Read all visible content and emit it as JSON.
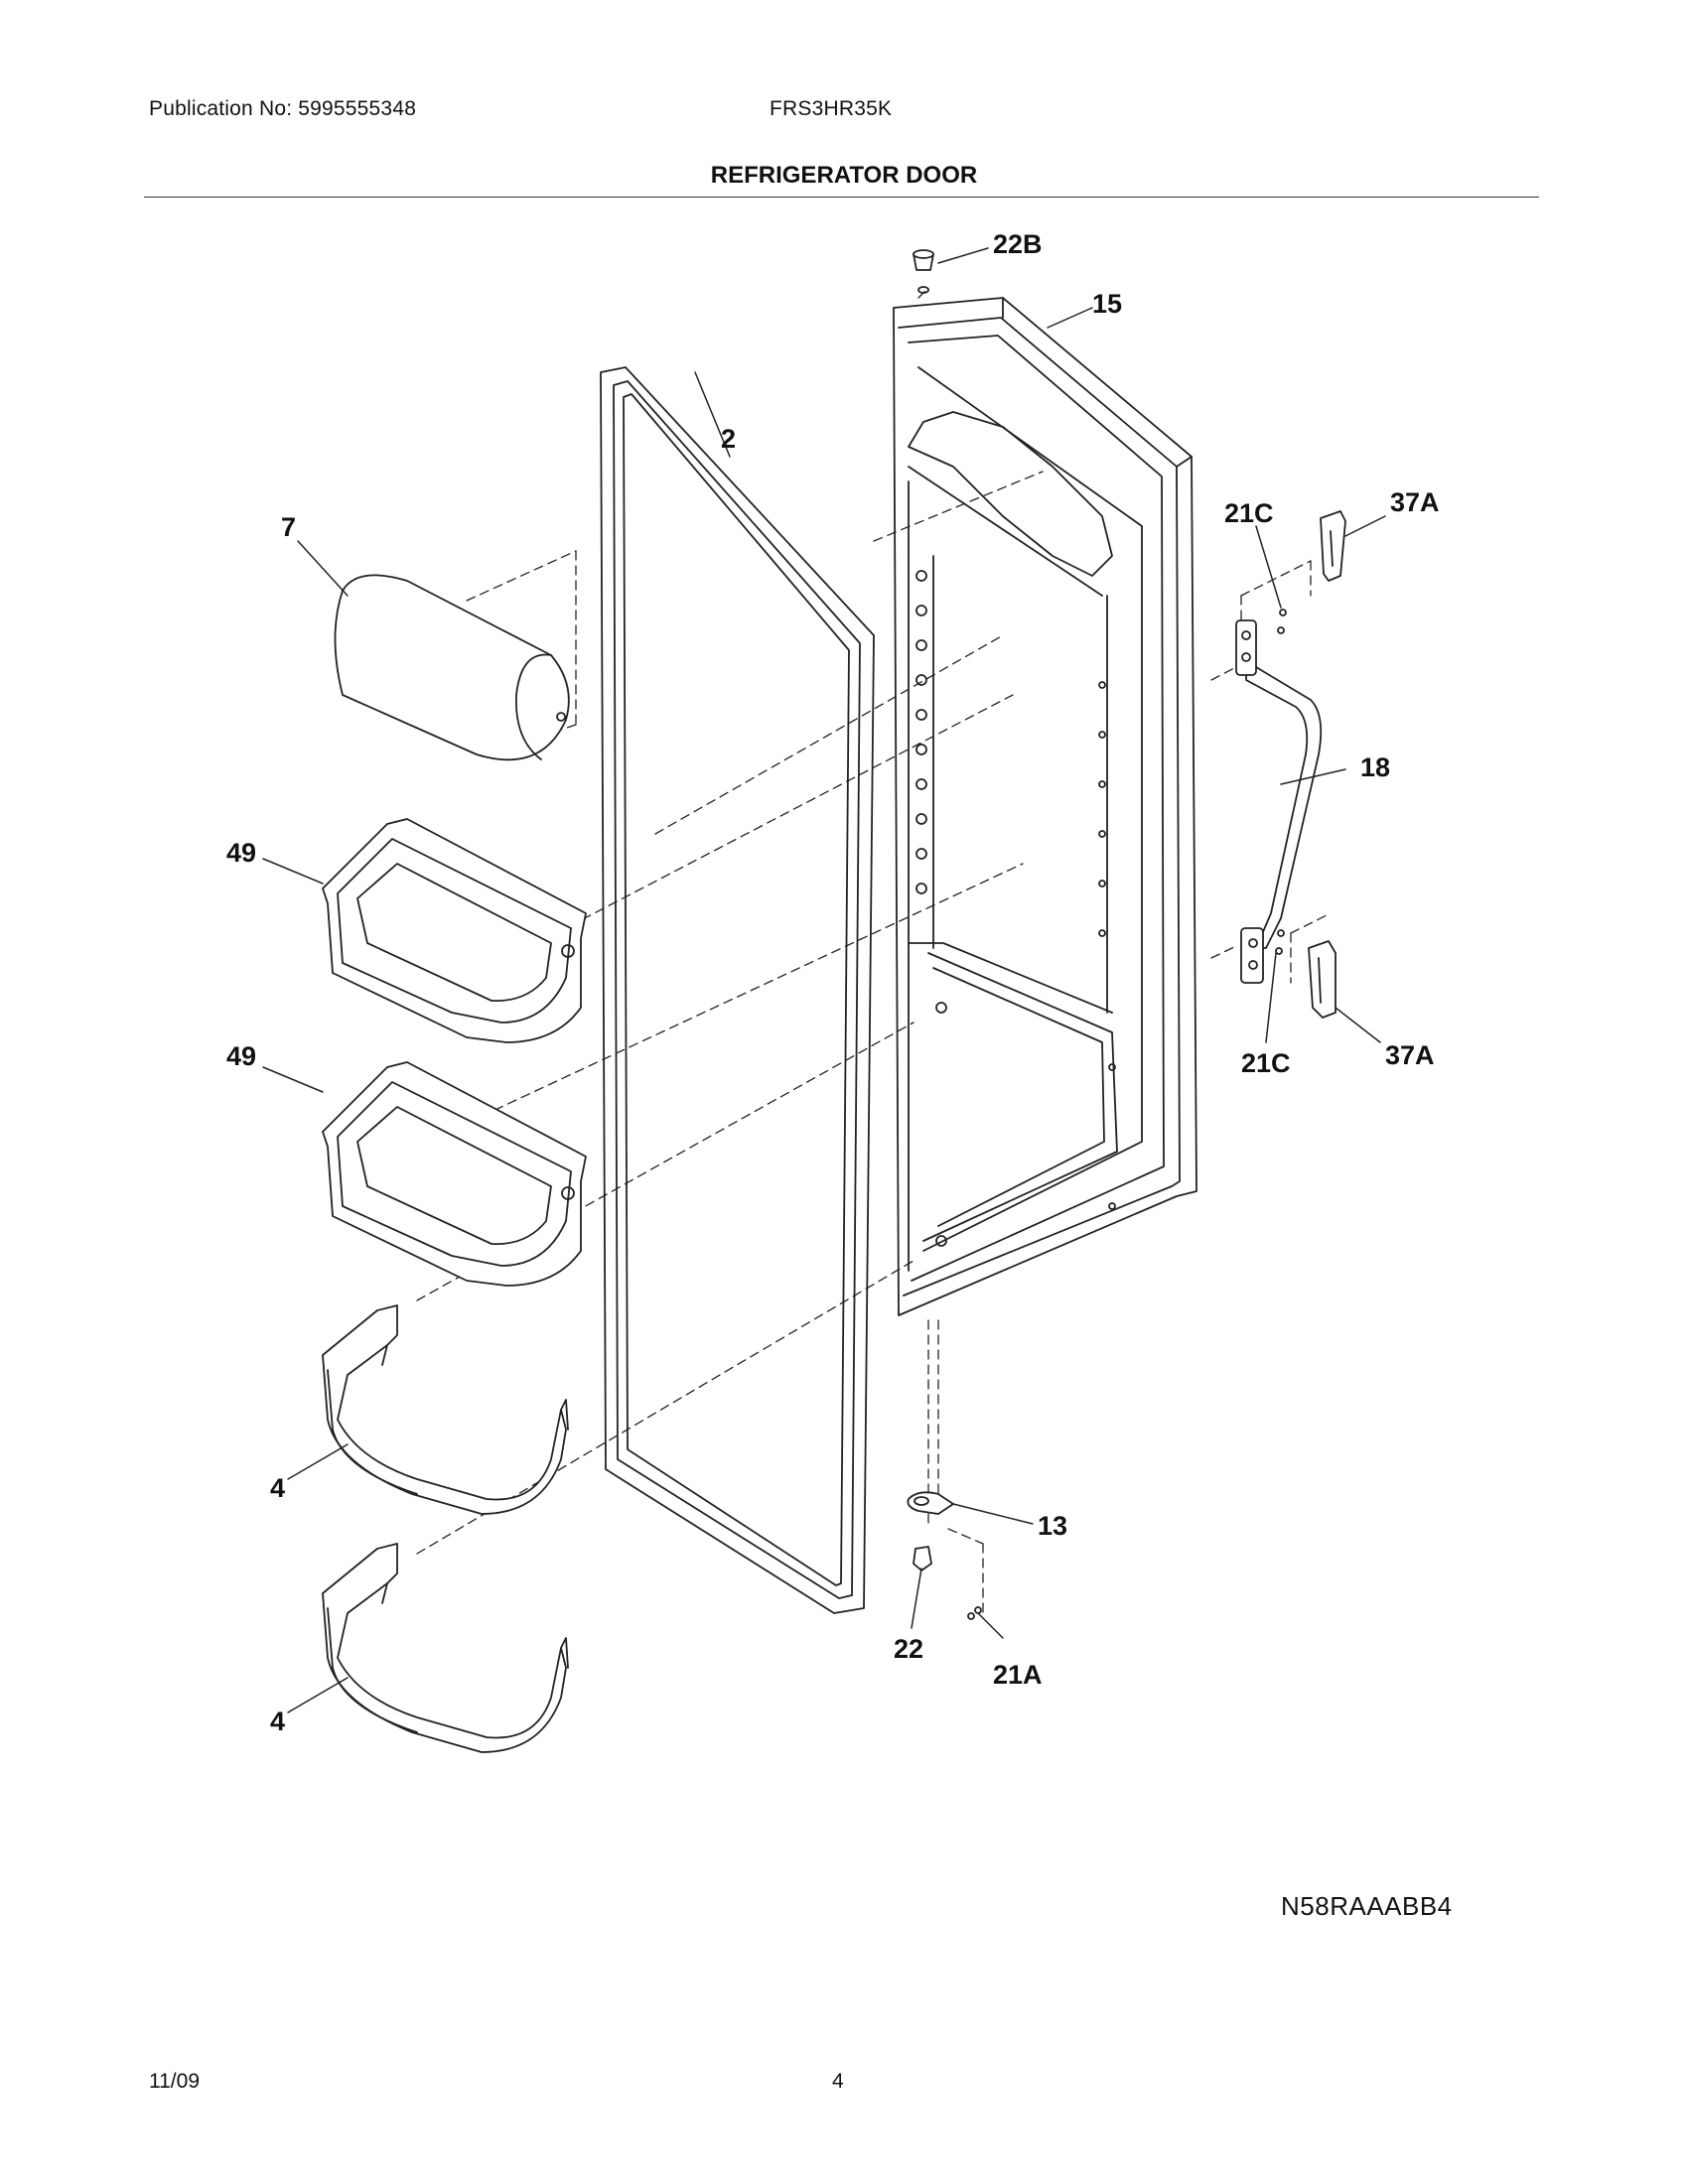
{
  "header": {
    "publication": "Publication No: 5995555348",
    "model": "FRS3HR35K",
    "title": "REFRIGERATOR DOOR"
  },
  "diagram": {
    "callouts": {
      "c22b": "22B",
      "c15": "15",
      "c2": "2",
      "c7": "7",
      "c21c_top": "21C",
      "c37a_top": "37A",
      "c18": "18",
      "c49_upper": "49",
      "c49_lower": "49",
      "c21c_bottom": "21C",
      "c37a_bottom": "37A",
      "c4_upper": "4",
      "c13": "13",
      "c22": "22",
      "c21a": "21A",
      "c4_lower": "4"
    }
  },
  "footer": {
    "diagram_code": "N58RAAABB4",
    "date": "11/09",
    "page_number": "4"
  }
}
